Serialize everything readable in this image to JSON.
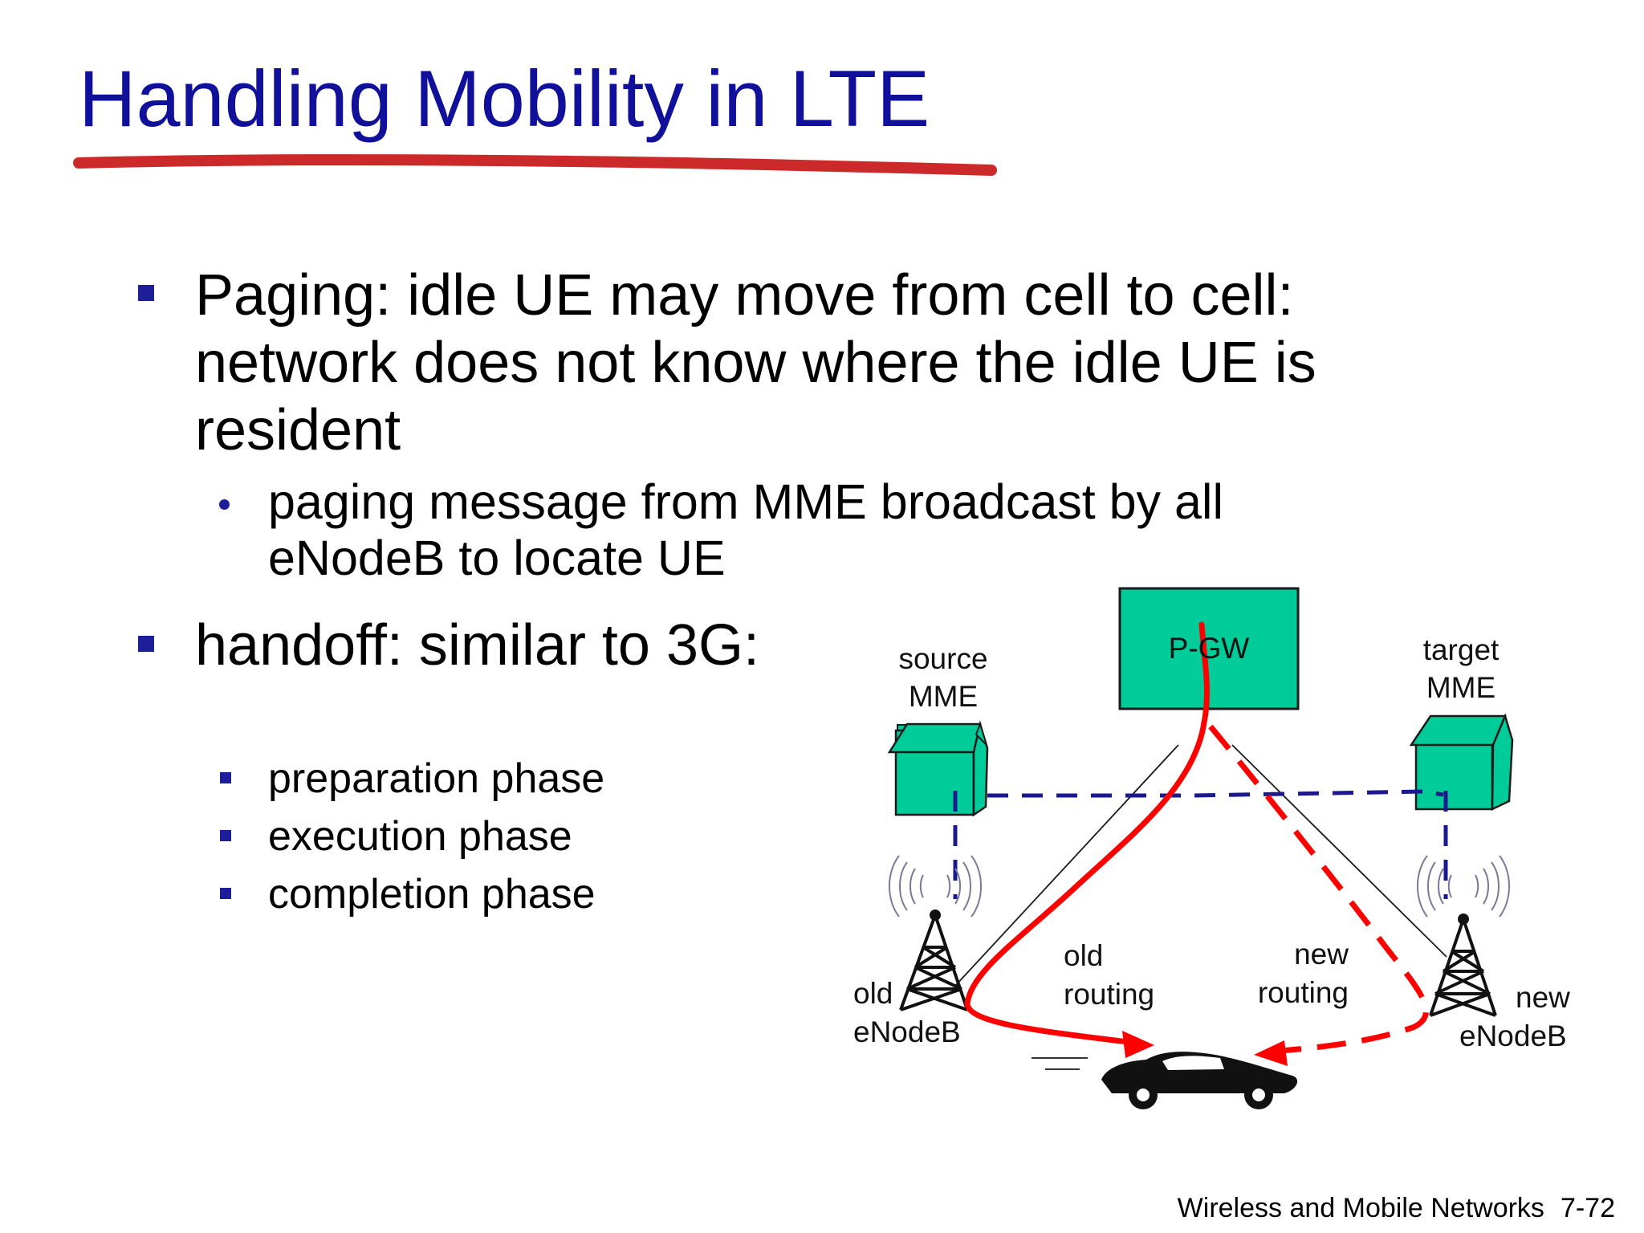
{
  "title": "Handling Mobility in LTE",
  "bullets": {
    "paging": "Paging: idle UE may move from cell to cell: network does not know where the idle UE is resident",
    "paging_sub": "paging message from MME broadcast by all eNodeB to locate UE",
    "handoff": "handoff: similar to 3G:",
    "phases": [
      "preparation phase",
      "execution phase",
      "completion phase"
    ]
  },
  "diagram": {
    "pgw": "P-GW",
    "source_mme": [
      "source",
      "MME"
    ],
    "target_mme": [
      "target",
      "MME"
    ],
    "old_routing": [
      "old",
      "routing"
    ],
    "new_routing": [
      "new",
      "routing"
    ],
    "old_enodeb": [
      "old",
      "eNodeB"
    ],
    "new_enodeb": [
      "new",
      "eNodeB"
    ]
  },
  "colors": {
    "title": "#10109a",
    "title_underline": "#cc2a2a",
    "box_fill": "#00cc99",
    "old_route": "#ff0000",
    "signaling": "#1a1a8c"
  },
  "icons": [
    "house-icon",
    "cell-tower-icon",
    "car-icon"
  ],
  "footer": {
    "course": "Wireless and Mobile Networks",
    "page": "7-72"
  }
}
